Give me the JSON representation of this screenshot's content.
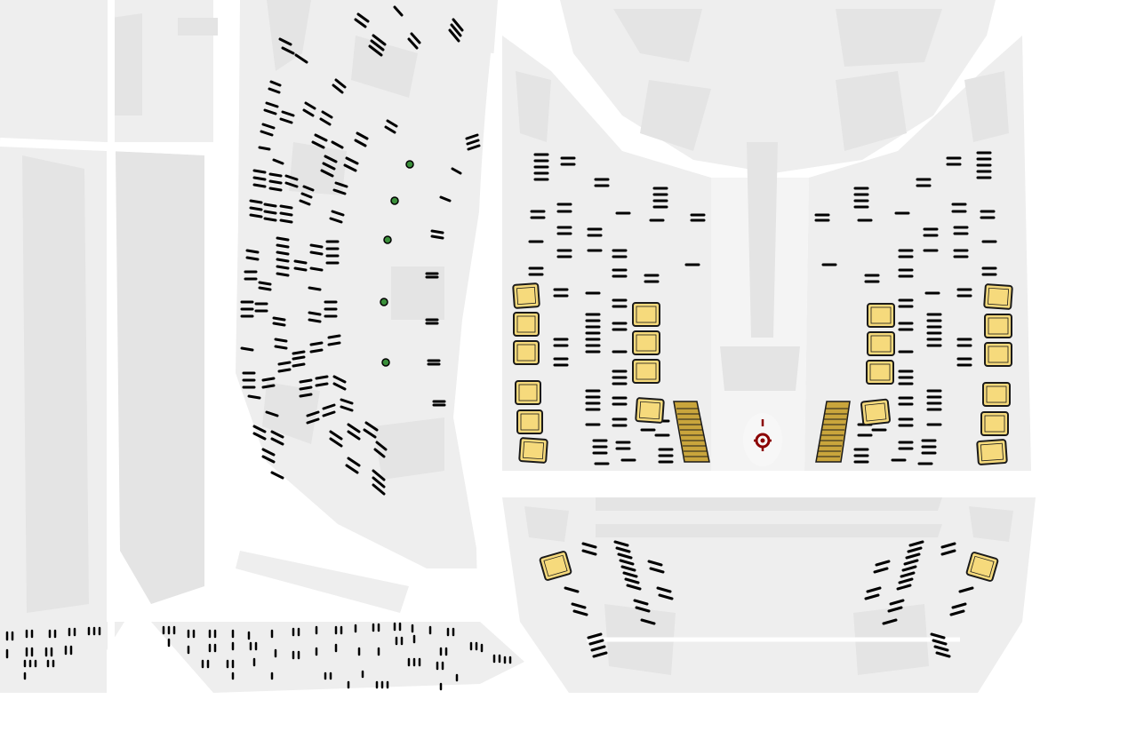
{
  "map": {
    "background": "#ffffff",
    "ground_color": "#eeeeee",
    "building_color": "#e4e4e4",
    "stall_color": "#000000",
    "gate_color": "#f6da7c",
    "jetbridge_color": "#c9a53c",
    "marker_color": "#8b0000"
  },
  "gates": [
    {
      "group": "left-outer",
      "count": 6
    },
    {
      "group": "left-inner",
      "count": 4
    },
    {
      "group": "right-inner",
      "count": 4
    },
    {
      "group": "right-outer",
      "count": 6
    },
    {
      "group": "south-left",
      "count": 1
    },
    {
      "group": "south-right",
      "count": 1
    }
  ],
  "jet_bridges": {
    "count": 2
  },
  "green_markers": {
    "count": 5
  },
  "location_marker": {
    "icon": "location-pin-icon"
  }
}
